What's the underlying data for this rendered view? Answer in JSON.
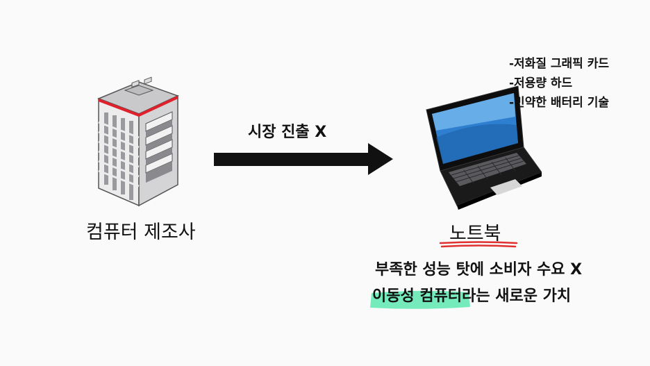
{
  "diagram": {
    "arrow_label": "시장 진출 X",
    "manufacturer_label": "컴퓨터 제조사",
    "notebook_label": "노트북",
    "specs": [
      "-저화질 그래픽 카드",
      "-저용량 하드",
      "-빈약한 배터리 기술"
    ],
    "conclusion_1": "부족한 성능 탓에 소비자 수요 X",
    "conclusion_2": "이동성 컴퓨터라는 새로운 가치"
  },
  "colors": {
    "background": "#fafafa",
    "arrow": "#111111",
    "building_accent": "#e0202a",
    "underline": "#e03030",
    "highlight": "#5de8b0",
    "screen": "#2f7fd0"
  }
}
